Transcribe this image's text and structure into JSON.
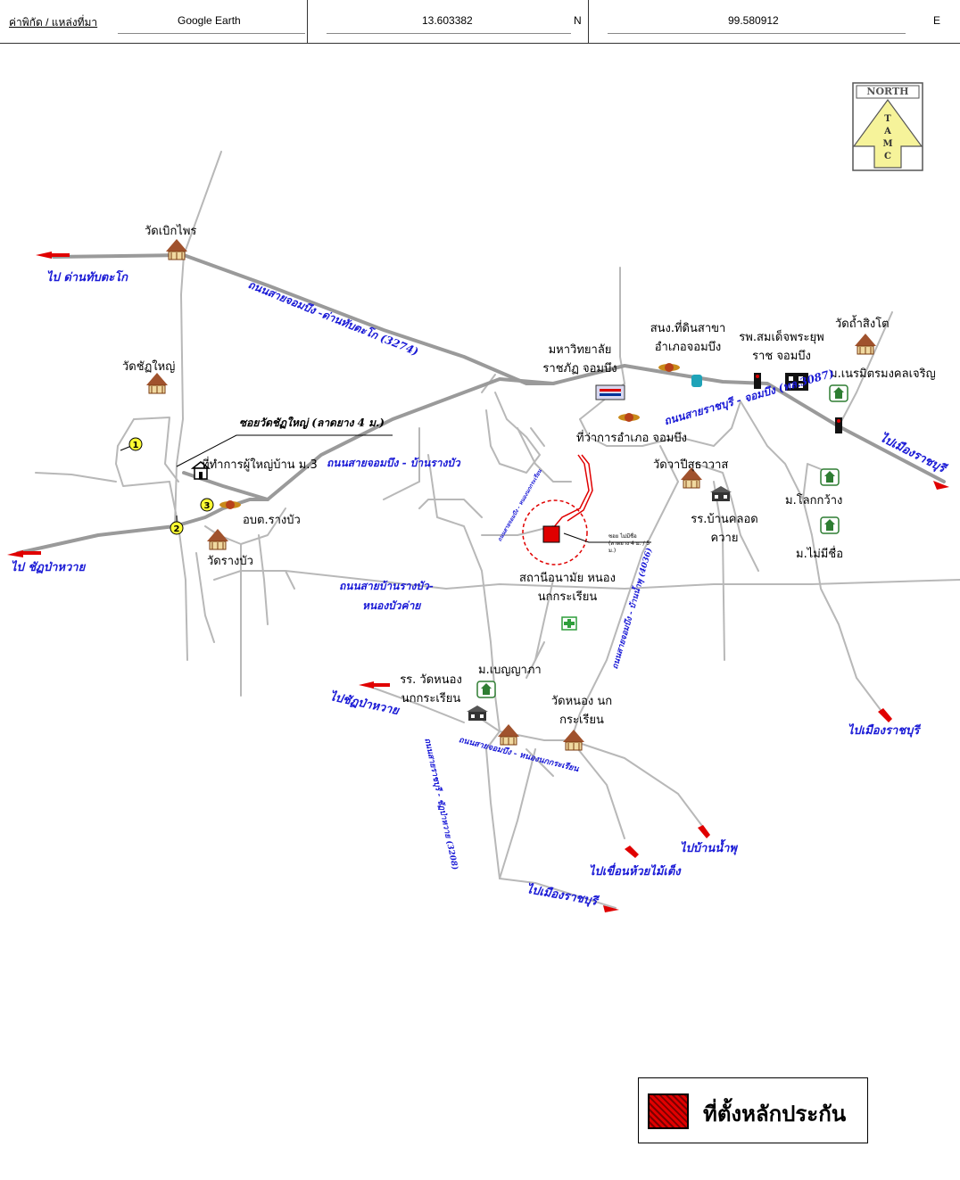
{
  "header": {
    "source_label": "ค่าพิกัด / แหล่งที่มา",
    "source_value": "Google Earth",
    "lat_value": "13.603382",
    "lat_dir": "N",
    "lon_value": "99.580912",
    "lon_dir": "E"
  },
  "north_arrow": {
    "top": "NORTH",
    "letters": [
      "T",
      "A",
      "M",
      "C"
    ]
  },
  "places": {
    "wat_boek_phrai": "วัดเบิกไพร",
    "wat_chat_yai": "วัดชัฏใหญ่",
    "soi_wat_chat_yai": "ซอยวัดชัฏใหญ่ (ลาดยาง 4 ม.)",
    "village_head_office": "ที่ทำการผู้ใหญ่บ้าน ม.3",
    "obt_rang_bua": "อบต.รางบัว",
    "wat_rang_bua": "วัดรางบัว",
    "university": "มหาวิทยาลัย ราชภัฏ จอมบึง",
    "land_office": "สนง.ที่ดินสาขา อำเภอจอมบึง",
    "hospital": "รพ.สมเด็จพระยุพ ราช จอมบึง",
    "wat_tham_sing_to": "วัดถ้ำสิงโต",
    "ban_nermit": "ม.เนรมิตรมงคลเจริญ",
    "district_office": "ที่ว่าการอำเภอ จอมบึง",
    "wat_wapi": "วัดวาปีสุธาวาส",
    "school_khlong_khwai": "รร.บ้านคลอด ควาย",
    "ban_lok_kwang": "ม.โลกกว้าง",
    "ban_mai_mi_chue": "ม.ไม่มีชื่อ",
    "health_station": "สถานีอนามัย หนองนกกระเรียน",
    "ban_benchapha": "ม.เบญญาภา",
    "school_wat_nong": "รร. วัดหนอง นกกระเรียน",
    "wat_nong": "วัดหนอง นกกระเรียน",
    "site_note": "ซอย ไม่มีชื่อ (ลาดยาง 4 ม. / 5 ม.)"
  },
  "directions": {
    "to_dan_thap_tako": "ไป ด่านทับตะโก",
    "to_chat_pa_wai_w": "ไป ชัฏป่าหวาย",
    "to_chat_pa_wai_s": "ไปชัฏป่าหวาย",
    "to_ratchaburi_ne": "ไปเมืองราชบุรี",
    "to_ratchaburi_e": "ไปเมืองราชบุรี",
    "to_ratchaburi_s": "ไปเมืองราชบุรี",
    "to_huai_mai_teng": "ไปเขื่อนห้วยไม้เต็ง",
    "to_ban_nam_phu": "ไปบ้านน้ำพุ"
  },
  "roads": {
    "r3274": "ถนนสายจอมบึง -ด่านทับตะโก (3274)",
    "r_rang_bua": "ถนนสายจอมบึง - บ้านรางบัว",
    "r_rangbua_nongbua": "ถนนสายบ้านรางบัว-",
    "r_rangbua_nongbua2": "หนองบัวค่าย",
    "r3087": "ถนนสายราชบุรี - จอมบึง (ทล.3087)",
    "r_nam_phu": "ถนนสายจอมบึง - บ้านน้ำพุ (4036)",
    "r_nong_nok": "ถนนสายจอมบึง - หนองนกกระเรียน",
    "r3208": "ถนนสายราชบุรี - ชัฏป่าหวาย (3208)",
    "r_site": "ถนนสายจอมบึง - หนองนกกระเรียน"
  },
  "markers": [
    "1",
    "2",
    "3"
  ],
  "legend": {
    "label": "ที่ตั้งหลักประกัน"
  },
  "colors": {
    "road": "#b3b3b3",
    "road_main": "#9a9a9a",
    "direction_text": "#1a1ad6",
    "arrow_red": "#e00000",
    "site": "#e00000"
  }
}
